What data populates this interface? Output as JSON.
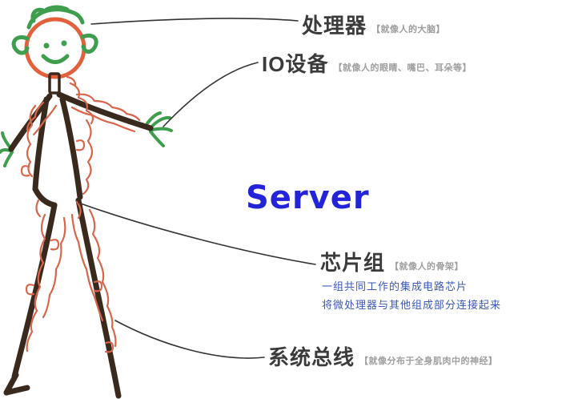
{
  "colors": {
    "background": "#ffffff",
    "leader_line": "#333333",
    "figure_line": "#3a2a1d",
    "flesh_outline": "#d9654a",
    "green": "#3f9e4d",
    "head_orange": "#e2603c",
    "server_blue": "#2323d9",
    "label_text": "#3b3b3b",
    "note_gray": "#9e9e9e",
    "desc_blue": "#3b57b8"
  },
  "labels": {
    "processor": {
      "title": "处理器",
      "note": "【就像人的大脑】"
    },
    "io": {
      "title": "IO设备",
      "note": "【就像人的眼睛、嘴巴、耳朵等】"
    },
    "server": {
      "title": "Server"
    },
    "chipset": {
      "title": "芯片组",
      "note": "【就像人的骨架】",
      "desc_line1": "一组共同工作的集成电路芯片",
      "desc_line2": "将微处理器与其他组成部分连接起来"
    },
    "bus": {
      "title": "系统总线",
      "note": "【就像分布于全身肌肉中的神经】"
    }
  }
}
